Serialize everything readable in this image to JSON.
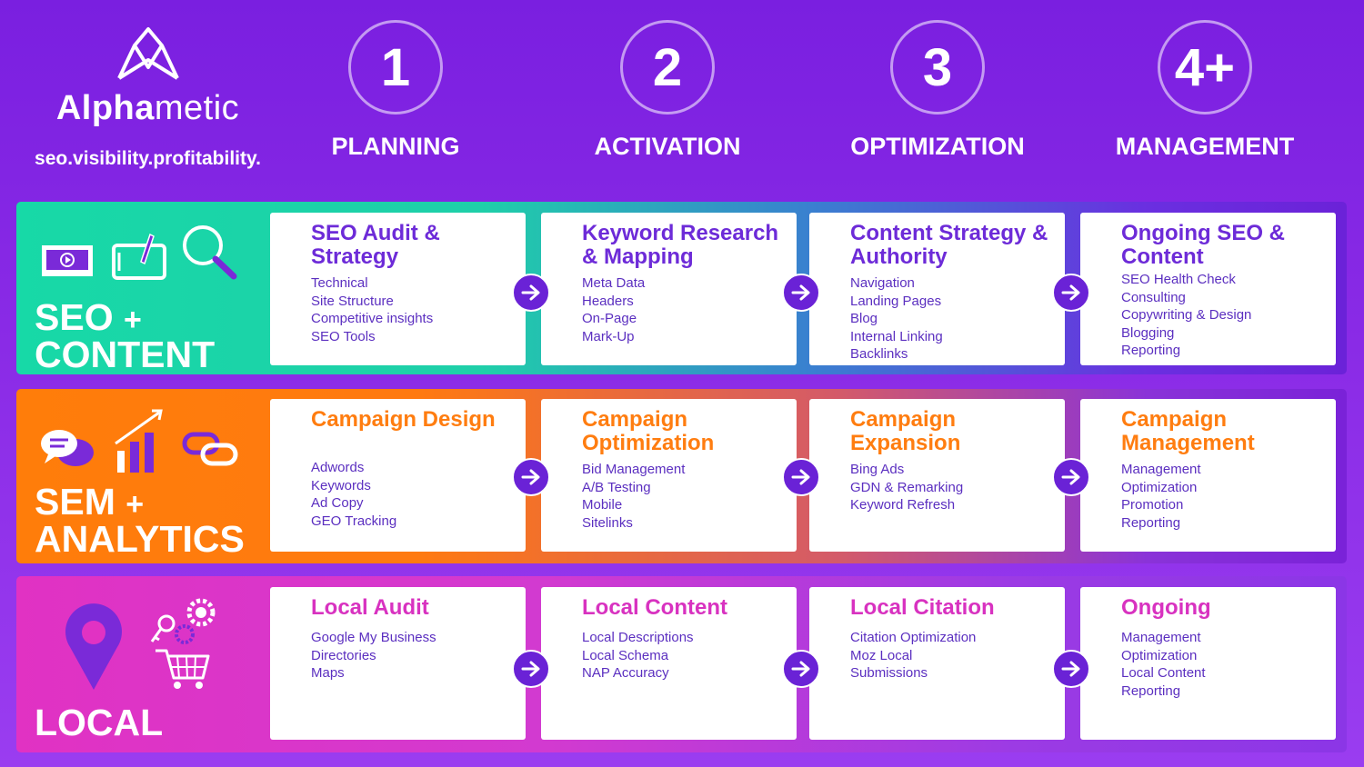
{
  "brand": {
    "name_bold": "Alpha",
    "name_light": "metic",
    "tagline": "seo.visibility.profitability.",
    "logo_icon": "crown-m-logo"
  },
  "phases": [
    {
      "number": "1",
      "name": "PLANNING"
    },
    {
      "number": "2",
      "name": "ACTIVATION"
    },
    {
      "number": "3",
      "name": "OPTIMIZATION"
    },
    {
      "number": "4+",
      "name": "MANAGEMENT"
    }
  ],
  "rows": [
    {
      "title_line1": "SEO",
      "title_plus": "+",
      "title_line2": "CONTENT",
      "icons": [
        "video-player-icon",
        "tablet-pen-icon",
        "magnifier-icon"
      ],
      "accent": "#17d9a7",
      "cards": [
        {
          "title": "SEO Audit & Strategy",
          "items": [
            "Technical",
            "Site Structure",
            "Competitive insights",
            "SEO Tools"
          ]
        },
        {
          "title": "Keyword Research & Mapping",
          "items": [
            "Meta Data",
            "Headers",
            "On-Page",
            "Mark-Up"
          ]
        },
        {
          "title": "Content Strategy & Authority",
          "items": [
            "Navigation",
            "Landing Pages",
            "Blog",
            "Internal Linking",
            "Backlinks"
          ]
        },
        {
          "title": "Ongoing SEO & Content",
          "items": [
            "SEO Health Check",
            "Consulting",
            "Copywriting & Design",
            "Blogging",
            "Reporting"
          ]
        }
      ]
    },
    {
      "title_line1": "SEM",
      "title_plus": "+",
      "title_line2": "ANALYTICS",
      "icons": [
        "chat-bubbles-icon",
        "growth-chart-icon",
        "link-icon"
      ],
      "accent": "#ff7d0a",
      "cards": [
        {
          "title": "Campaign Design",
          "items": [
            "Adwords",
            "Keywords",
            "Ad Copy",
            "GEO Tracking"
          ]
        },
        {
          "title": "Campaign Optimization",
          "items": [
            "Bid Management",
            "A/B Testing",
            "Mobile",
            "Sitelinks"
          ]
        },
        {
          "title": "Campaign Expansion",
          "items": [
            "Bing Ads",
            "GDN & Remarking",
            "Keyword Refresh"
          ]
        },
        {
          "title": "Campaign Management",
          "items": [
            "Management",
            "Optimization",
            "Promotion",
            "Reporting"
          ]
        }
      ]
    },
    {
      "title_line1": "LOCAL",
      "icons": [
        "map-pin-icon",
        "key-icon",
        "gears-icon",
        "shopping-cart-icon"
      ],
      "accent": "#e132c3",
      "cards": [
        {
          "title": "Local Audit",
          "items": [
            "Google My Business",
            "Directories",
            "Maps"
          ]
        },
        {
          "title": "Local Content",
          "items": [
            "Local Descriptions",
            "Local Schema",
            "NAP Accuracy"
          ]
        },
        {
          "title": "Local Citation",
          "items": [
            "Citation Optimization",
            "Moz Local",
            "Submissions"
          ]
        },
        {
          "title": "Ongoing",
          "items": [
            "Management",
            "Optimization",
            "Local Content",
            "Reporting"
          ]
        }
      ]
    }
  ],
  "colors": {
    "arrow": "#6a22d6",
    "card_text": "#5b2fc0",
    "background": "#7a1fe0"
  }
}
